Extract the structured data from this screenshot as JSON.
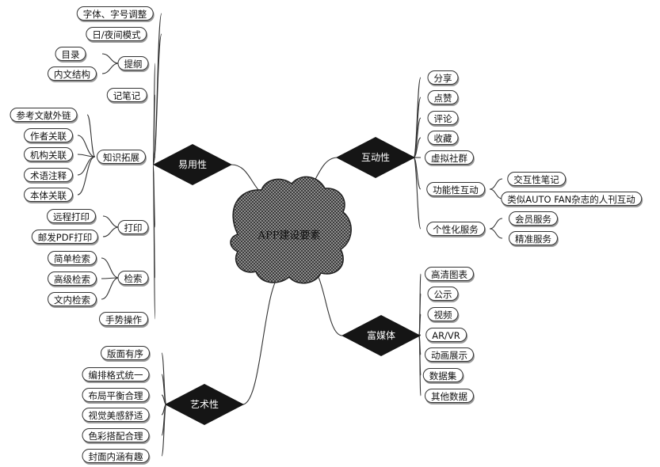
{
  "center": {
    "label": "APP建设要素"
  },
  "branches": {
    "usability": {
      "label": "易用性",
      "items": {
        "font": "字体、字号调整",
        "daynight": "日/夜间模式",
        "outline": "提纲",
        "outline_toc": "目录",
        "outline_structure": "内文结构",
        "notes": "记笔记",
        "knowledge": "知识拓展",
        "k_ref": "参考文献外链",
        "k_author": "作者关联",
        "k_org": "机构关联",
        "k_term": "术语注释",
        "k_ontology": "本体关联",
        "print": "打印",
        "p_remote": "远程打印",
        "p_email": "邮发PDF打印",
        "search": "检索",
        "s_simple": "简单检索",
        "s_advanced": "高级检索",
        "s_fulltext": "文内检索",
        "gesture": "手势操作"
      }
    },
    "art": {
      "label": "艺术性",
      "items": {
        "a1": "版面有序",
        "a2": "编排格式统一",
        "a3": "布局平衡合理",
        "a4": "视觉美感舒适",
        "a5": "色彩搭配合理",
        "a6": "封面内涵有趣"
      }
    },
    "interactive": {
      "label": "互动性",
      "items": {
        "share": "分享",
        "like": "点赞",
        "comment": "评论",
        "favorite": "收藏",
        "virtual": "虚拟社群",
        "functional": "功能性互动",
        "f_notes": "交互性笔记",
        "f_auto": "类似AUTO FAN杂志的人刊互动",
        "personal": "个性化服务",
        "p_member": "会员服务",
        "p_precise": "精准服务"
      }
    },
    "media": {
      "label": "富媒体",
      "items": {
        "m1": "高清图表",
        "m2": "公示",
        "m3": "视频",
        "m4": "AR/VR",
        "m5": "动画展示",
        "m6": "数据集",
        "m7": "其他数据"
      }
    }
  }
}
